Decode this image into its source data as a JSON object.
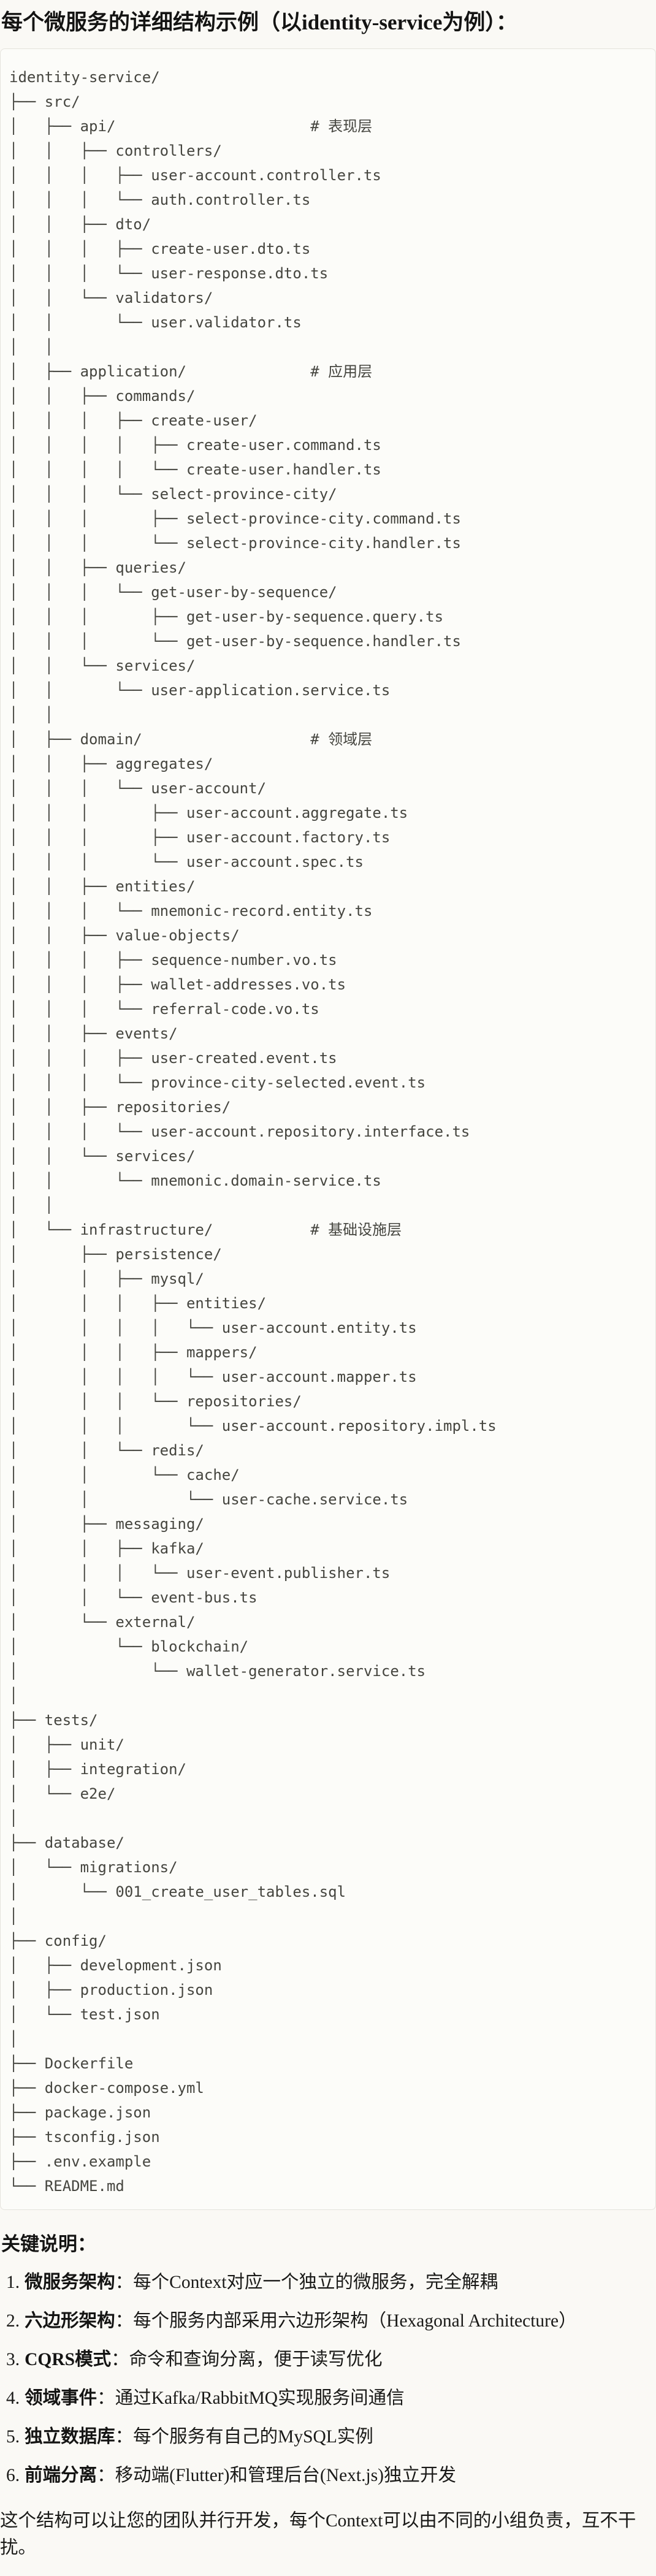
{
  "doc": {
    "title": "每个微服务的详细结构示例（以identity-service为例）："
  },
  "tree": {
    "lines": [
      "identity-service/",
      "├── src/",
      "│   ├── api/                      # 表现层",
      "│   │   ├── controllers/",
      "│   │   │   ├── user-account.controller.ts",
      "│   │   │   └── auth.controller.ts",
      "│   │   ├── dto/",
      "│   │   │   ├── create-user.dto.ts",
      "│   │   │   └── user-response.dto.ts",
      "│   │   └── validators/",
      "│   │       └── user.validator.ts",
      "│   │",
      "│   ├── application/              # 应用层",
      "│   │   ├── commands/",
      "│   │   │   ├── create-user/",
      "│   │   │   │   ├── create-user.command.ts",
      "│   │   │   │   └── create-user.handler.ts",
      "│   │   │   └── select-province-city/",
      "│   │   │       ├── select-province-city.command.ts",
      "│   │   │       └── select-province-city.handler.ts",
      "│   │   ├── queries/",
      "│   │   │   └── get-user-by-sequence/",
      "│   │   │       ├── get-user-by-sequence.query.ts",
      "│   │   │       └── get-user-by-sequence.handler.ts",
      "│   │   └── services/",
      "│   │       └── user-application.service.ts",
      "│   │",
      "│   ├── domain/                   # 领域层",
      "│   │   ├── aggregates/",
      "│   │   │   └── user-account/",
      "│   │   │       ├── user-account.aggregate.ts",
      "│   │   │       ├── user-account.factory.ts",
      "│   │   │       └── user-account.spec.ts",
      "│   │   ├── entities/",
      "│   │   │   └── mnemonic-record.entity.ts",
      "│   │   ├── value-objects/",
      "│   │   │   ├── sequence-number.vo.ts",
      "│   │   │   ├── wallet-addresses.vo.ts",
      "│   │   │   └── referral-code.vo.ts",
      "│   │   ├── events/",
      "│   │   │   ├── user-created.event.ts",
      "│   │   │   └── province-city-selected.event.ts",
      "│   │   ├── repositories/",
      "│   │   │   └── user-account.repository.interface.ts",
      "│   │   └── services/",
      "│   │       └── mnemonic.domain-service.ts",
      "│   │",
      "│   └── infrastructure/           # 基础设施层",
      "│       ├── persistence/",
      "│       │   ├── mysql/",
      "│       │   │   ├── entities/",
      "│       │   │   │   └── user-account.entity.ts",
      "│       │   │   ├── mappers/",
      "│       │   │   │   └── user-account.mapper.ts",
      "│       │   │   └── repositories/",
      "│       │   │       └── user-account.repository.impl.ts",
      "│       │   └── redis/",
      "│       │       └── cache/",
      "│       │           └── user-cache.service.ts",
      "│       ├── messaging/",
      "│       │   ├── kafka/",
      "│       │   │   └── user-event.publisher.ts",
      "│       │   └── event-bus.ts",
      "│       └── external/",
      "│           └── blockchain/",
      "│               └── wallet-generator.service.ts",
      "│",
      "├── tests/",
      "│   ├── unit/",
      "│   ├── integration/",
      "│   └── e2e/",
      "│",
      "├── database/",
      "│   └── migrations/",
      "│       └── 001_create_user_tables.sql",
      "│",
      "├── config/",
      "│   ├── development.json",
      "│   ├── production.json",
      "│   └── test.json",
      "│",
      "├── Dockerfile",
      "├── docker-compose.yml",
      "├── package.json",
      "├── tsconfig.json",
      "├── .env.example",
      "└── README.md"
    ]
  },
  "notes": {
    "heading": "关键说明：",
    "items": [
      {
        "num": "1.",
        "term": "微服务架构",
        "desc": "：每个Context对应一个独立的微服务，完全解耦"
      },
      {
        "num": "2.",
        "term": "六边形架构",
        "desc": "：每个服务内部采用六边形架构（Hexagonal Architecture）"
      },
      {
        "num": "3.",
        "term": "CQRS模式",
        "desc": "：命令和查询分离，便于读写优化"
      },
      {
        "num": "4.",
        "term": "领域事件",
        "desc": "：通过Kafka/RabbitMQ实现服务间通信"
      },
      {
        "num": "5.",
        "term": "独立数据库",
        "desc": "：每个服务有自己的MySQL实例"
      },
      {
        "num": "6.",
        "term": "前端分离",
        "desc": "：移动端(Flutter)和管理后台(Next.js)独立开发"
      }
    ],
    "closing": "这个结构可以让您的团队并行开发，每个Context可以由不同的小组负责，互不干扰。"
  },
  "colors": {
    "page_bg": "#faf9f5",
    "code_bg": "#fcfcf9",
    "code_border": "#e4e3dc",
    "body_text": "#1a1a18",
    "tree_text": "#45453f"
  }
}
